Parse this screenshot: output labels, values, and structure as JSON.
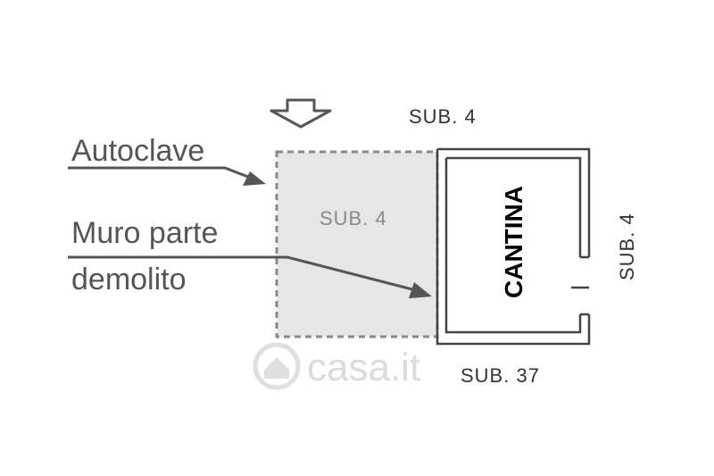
{
  "annotations": {
    "autoclave": "Autoclave",
    "muro_line1": "Muro parte",
    "muro_line2": "demolito"
  },
  "labels": {
    "sub4_top": "SUB. 4",
    "sub4_inner": "SUB. 4",
    "sub4_right": "SUB. 4",
    "sub37_bottom": "SUB. 37",
    "cantina": "CANTINA"
  },
  "watermark": {
    "text": "casa.it"
  },
  "colors": {
    "annotation": "#555555",
    "demolished_fill": "#e6e6e6",
    "demolished_stroke": "#8a8a8a",
    "wall": "#444444"
  },
  "icons": {
    "entrance": "down-arrow-outline-icon",
    "watermark_logo": "house-circle-icon"
  }
}
